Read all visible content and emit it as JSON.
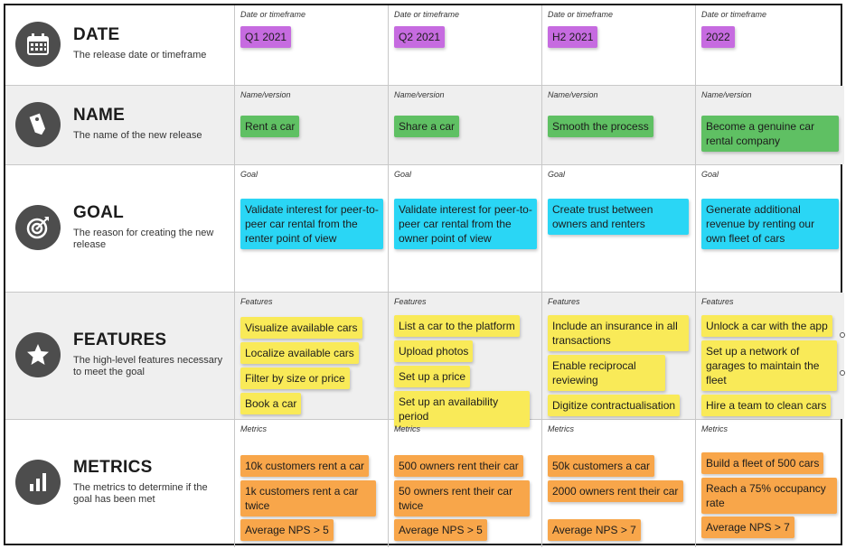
{
  "rows": [
    {
      "title": "DATE",
      "description": "The release date or timeframe",
      "icon": "calendar-icon",
      "cell_label": "Date or timeframe",
      "columns": [
        {
          "notes": [
            "Q1 2021"
          ]
        },
        {
          "notes": [
            "Q2 2021"
          ]
        },
        {
          "notes": [
            "H2 2021"
          ]
        },
        {
          "notes": [
            "2022"
          ]
        }
      ]
    },
    {
      "title": "NAME",
      "description": "The name of the new release",
      "icon": "tag-icon",
      "cell_label": "Name/version",
      "columns": [
        {
          "notes": [
            "Rent a car"
          ]
        },
        {
          "notes": [
            "Share a car"
          ]
        },
        {
          "notes": [
            "Smooth the process"
          ]
        },
        {
          "notes": [
            "Become a genuine car rental company"
          ]
        }
      ]
    },
    {
      "title": "GOAL",
      "description": "The reason for creating the new release",
      "icon": "target-icon",
      "cell_label": "Goal",
      "columns": [
        {
          "notes": [
            "Validate interest for peer-to-peer car rental from the renter point of view"
          ]
        },
        {
          "notes": [
            "Validate interest for peer-to-peer car rental from the owner point of view"
          ]
        },
        {
          "notes": [
            "Create trust between owners and renters"
          ]
        },
        {
          "notes": [
            "Generate additional revenue by renting our own fleet of cars"
          ]
        }
      ]
    },
    {
      "title": "FEATURES",
      "description": "The high-level features necessary to meet the goal",
      "icon": "star-icon",
      "cell_label": "Features",
      "columns": [
        {
          "notes": [
            "Visualize available cars",
            "Localize available cars",
            "Filter by size or price",
            "Book a car"
          ]
        },
        {
          "notes": [
            "List a car to the platform",
            "Upload photos",
            "Set up a price",
            "Set up an availability period"
          ]
        },
        {
          "notes": [
            "Include an insurance in all transactions",
            "Enable reciprocal reviewing",
            "Digitize contractualisation"
          ]
        },
        {
          "notes": [
            "Unlock a car with the app",
            "Set up a network of garages to maintain the fleet",
            "Hire a team to clean cars"
          ]
        }
      ]
    },
    {
      "title": "METRICS",
      "description": "The metrics to determine if the goal has been met",
      "icon": "bar-chart-icon",
      "cell_label": "Metrics",
      "columns": [
        {
          "notes": [
            "10k customers rent a car",
            "1k customers rent a car twice",
            "Average NPS > 5"
          ]
        },
        {
          "notes": [
            "500 owners rent their car",
            "50 owners rent their car twice",
            "Average NPS > 5"
          ]
        },
        {
          "notes": [
            "50k customers a car",
            "2000 owners rent their car",
            "Average NPS > 7"
          ]
        },
        {
          "notes": [
            "Build a fleet of 500 cars",
            "Reach a 75% occupancy rate",
            "Average NPS > 7"
          ]
        }
      ]
    }
  ],
  "colors": {
    "date": "#c66be0",
    "name": "#5fc063",
    "goal": "#2ad6f5",
    "features": "#f9ea58",
    "metrics": "#f8a64a",
    "icon_bg": "#4d4d4d"
  }
}
